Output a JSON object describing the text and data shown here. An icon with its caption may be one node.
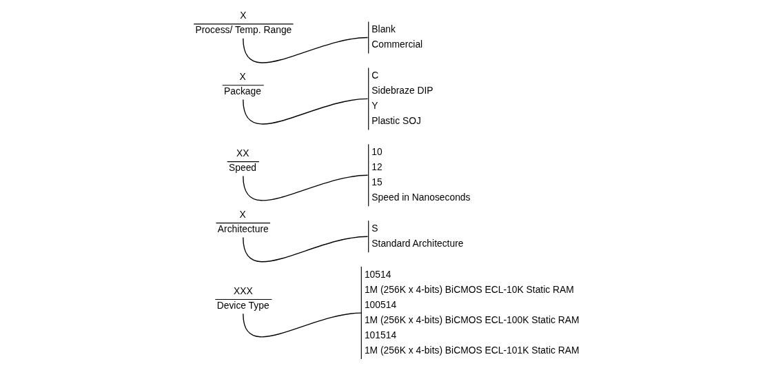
{
  "diagram": {
    "nodes": [
      {
        "text": [
          "XXX",
          "Device Type"
        ]
      },
      {
        "text": [
          "X",
          "Architecture"
        ]
      },
      {
        "text": [
          "XX",
          "Speed"
        ]
      },
      {
        "text": [
          "X",
          "Package"
        ]
      },
      {
        "text": [
          "X",
          "Process/ Temp. Range"
        ]
      },
      {
        "text": [
          "Blank",
          "Commercial"
        ]
      },
      {
        "text": [
          "C",
          "Sidebraze DIP",
          "Y",
          "Plastic SOJ"
        ]
      },
      {
        "text": [
          "10",
          "12",
          "15",
          "Speed in Nanoseconds"
        ]
      },
      {
        "text": [
          "S",
          "Standard Architecture"
        ]
      },
      {
        "text": [
          "10514",
          "1M (256K x 4-bits) BiCMOS ECL-10K Static RAM",
          "100514",
          "1M (256K x 4-bits) BiCMOS ECL-100K Static RAM",
          "101514",
          "1M (256K x 4-bits) BiCMOS ECL-101K Static RAM"
        ]
      }
    ],
    "edges": [
      {
        "from": 4,
        "to": 5,
        "arrow": "none"
      },
      {
        "from": 3,
        "to": 6,
        "arrow": "none"
      },
      {
        "from": 2,
        "to": 7,
        "arrow": "none"
      },
      {
        "from": 1,
        "to": 8,
        "arrow": "none"
      },
      {
        "from": 0,
        "to": 9,
        "arrow": "none"
      }
    ]
  }
}
